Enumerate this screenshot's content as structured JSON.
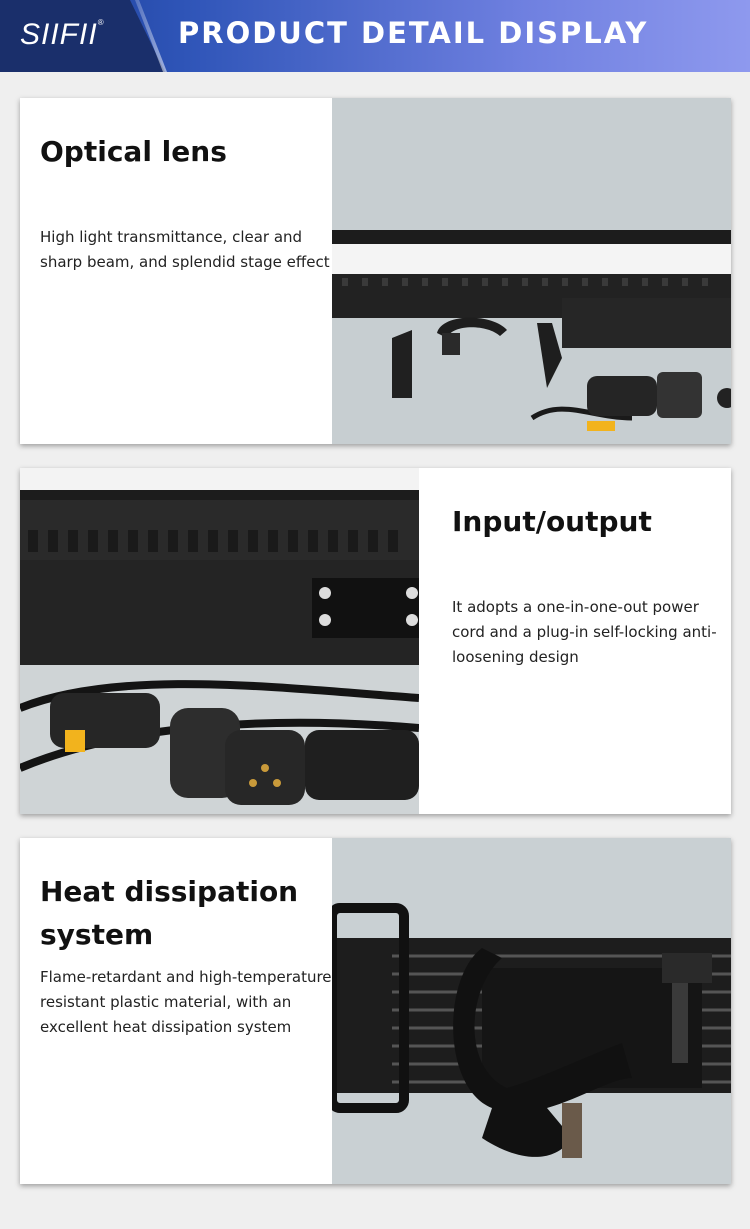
{
  "header": {
    "brand": "SIIFII",
    "trademark": "®",
    "title": "PRODUCT DETAIL DISPLAY"
  },
  "sections": [
    {
      "title": "Optical lens",
      "description": "High light transmittance, clear and sharp beam, and splendid stage effect"
    },
    {
      "title": "Input/output",
      "description": "It adopts a one-in-one-out power cord and a plug-in self-locking anti-loosening design"
    },
    {
      "title": "Heat dissipation system",
      "description": "Flame-retardant and high-temperature resistant plastic material, with an excellent heat dissipation system"
    }
  ],
  "colors": {
    "banner_start": "#1b3d96",
    "banner_end": "#8e99ee",
    "photo_background": "#c9d0d3",
    "fixture_body": "#1e1e1e",
    "connector_accent": "#f2b31d"
  }
}
